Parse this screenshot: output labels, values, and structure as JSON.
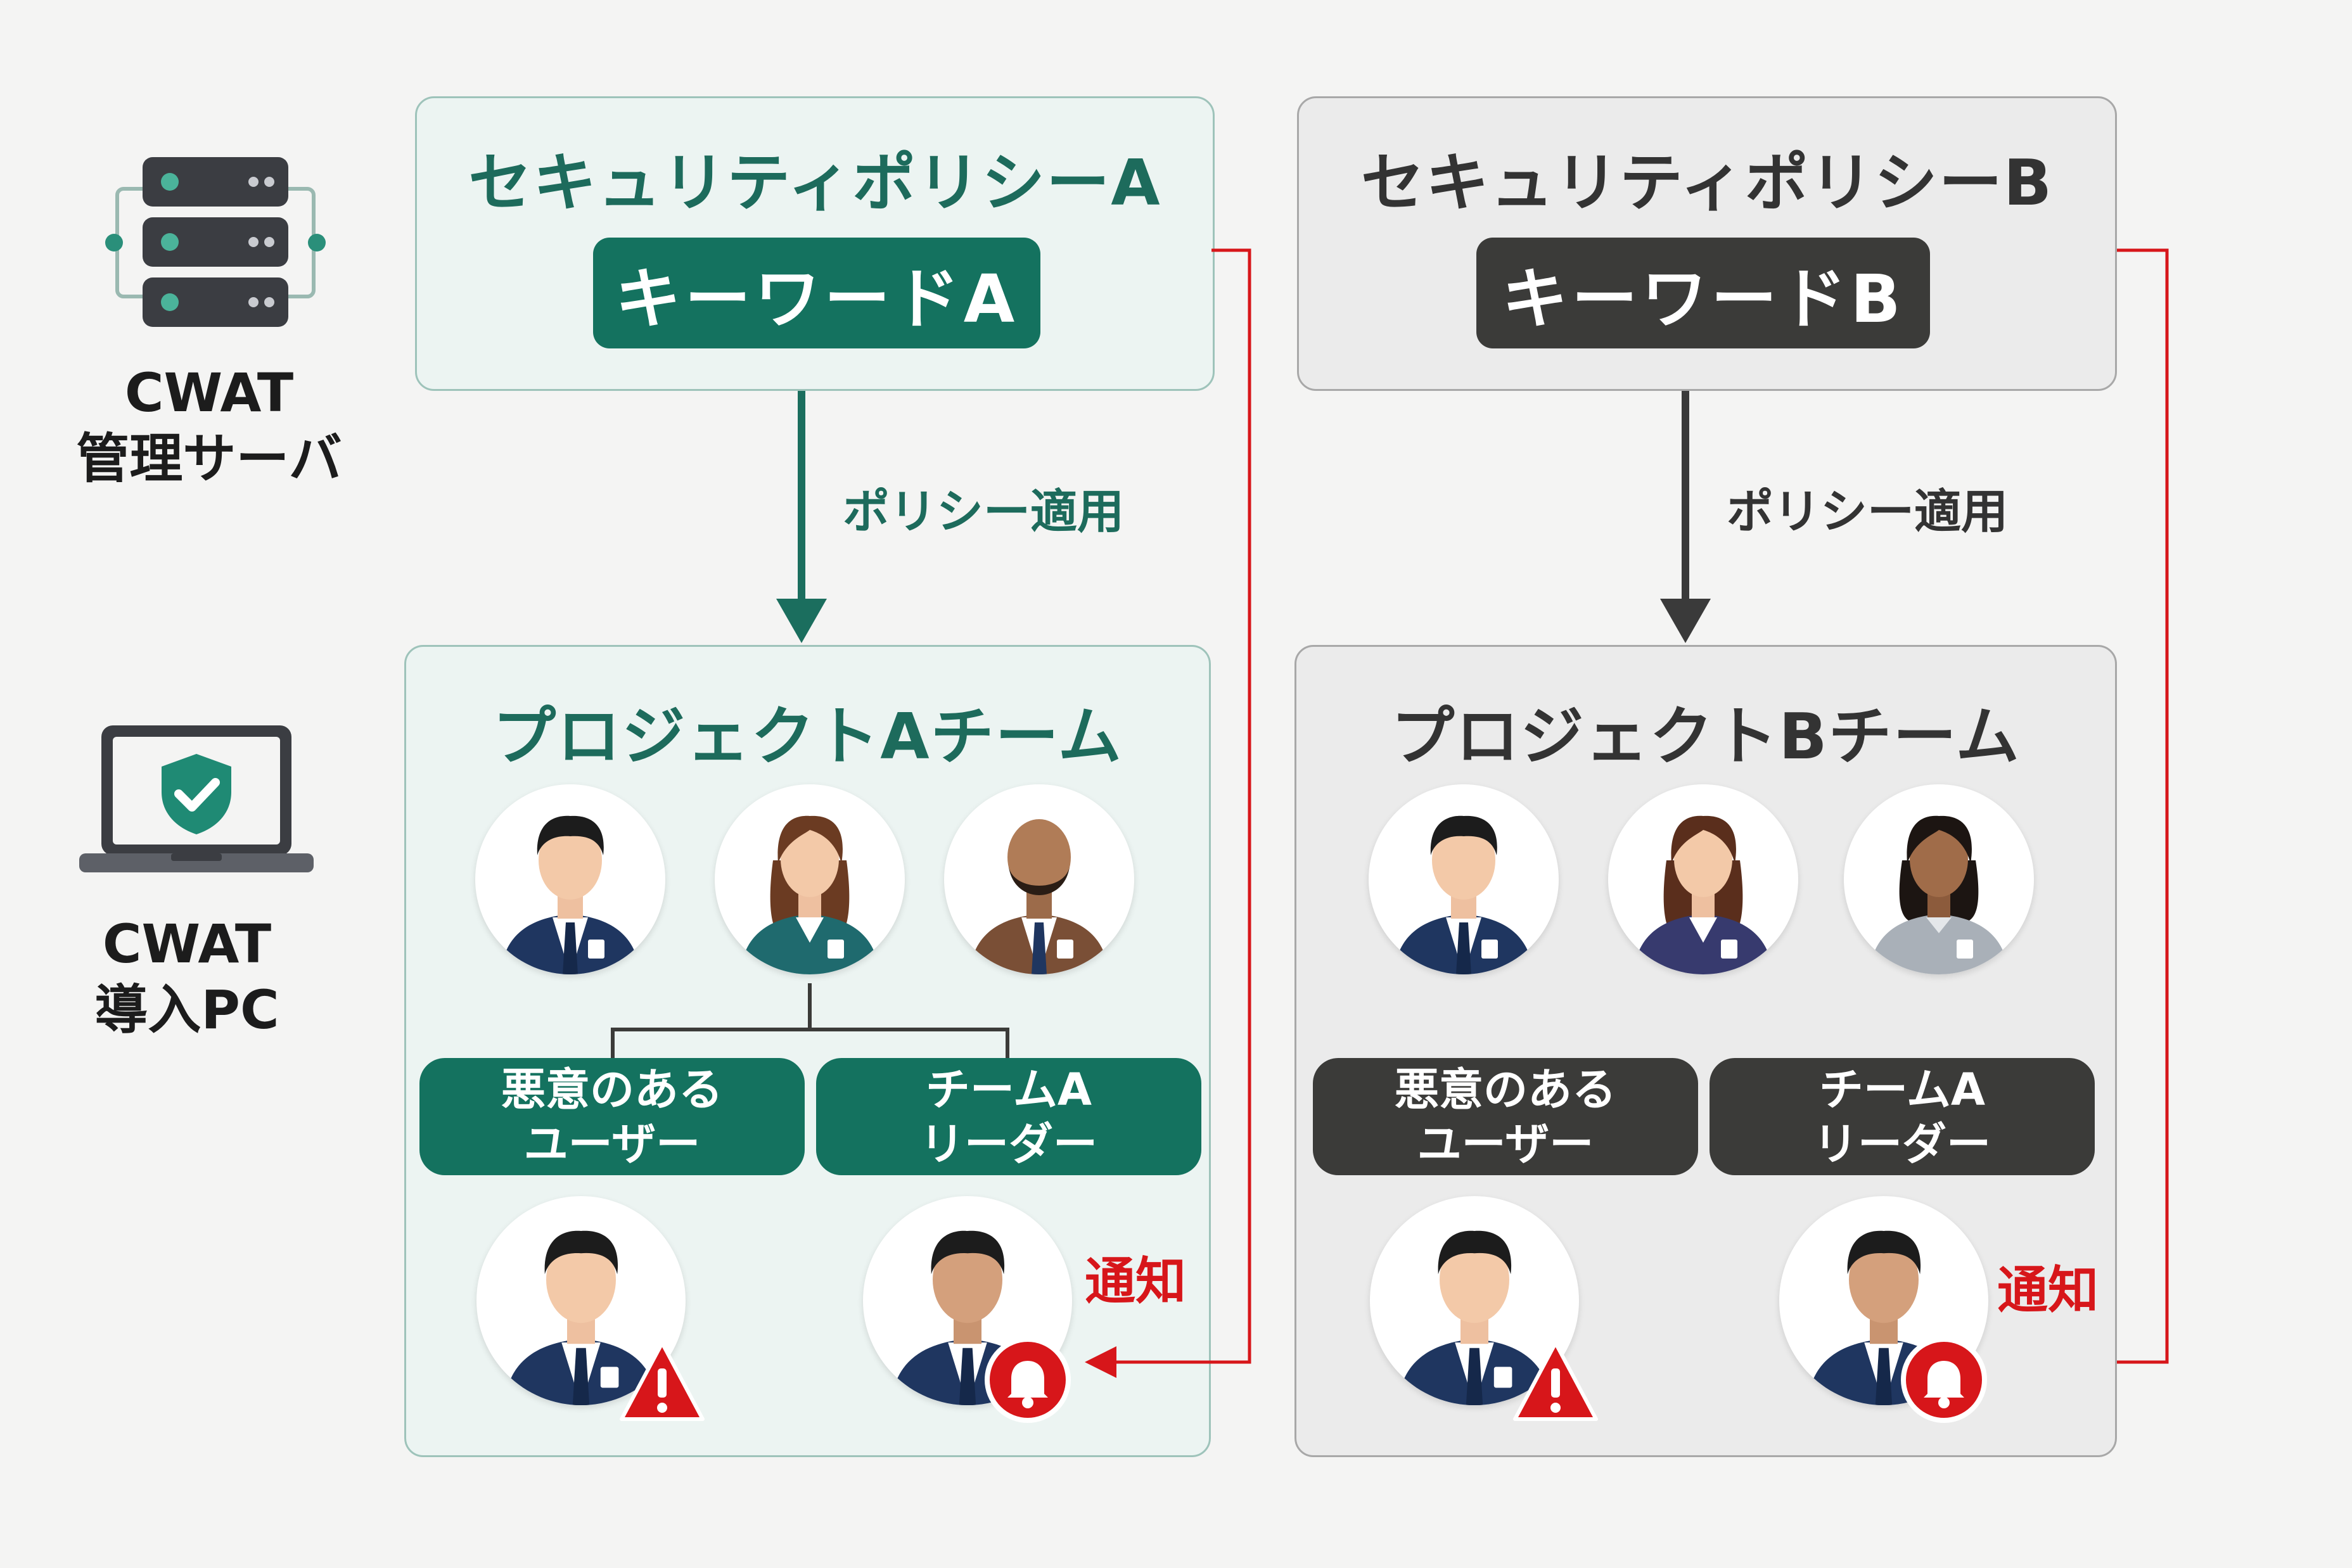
{
  "side": {
    "server_label_line1": "CWAT",
    "server_label_line2": "管理サーバ",
    "pc_label_line1": "CWAT",
    "pc_label_line2": "導入PC"
  },
  "colors": {
    "policy_a": "#14725f",
    "policy_b": "#3b3b39",
    "notify": "#d7161a"
  },
  "policy_a": {
    "title": "セキュリティポリシーA",
    "keyword": "キーワードA",
    "apply_label": "ポリシー適用",
    "team": {
      "title": "プロジェクトAチーム",
      "malicious_role_line1": "悪意のある",
      "malicious_role_line2": "ユーザー",
      "leader_role_line1": "チームA",
      "leader_role_line2": "リーダー"
    },
    "notify_label": "通知"
  },
  "policy_b": {
    "title": "セキュリティポリシーB",
    "keyword": "キーワードB",
    "apply_label": "ポリシー適用",
    "team": {
      "title": "プロジェクトBチーム",
      "malicious_role_line1": "悪意のある",
      "malicious_role_line2": "ユーザー",
      "leader_role_line1": "チームA",
      "leader_role_line2": "リーダー"
    },
    "notify_label": "通知"
  }
}
